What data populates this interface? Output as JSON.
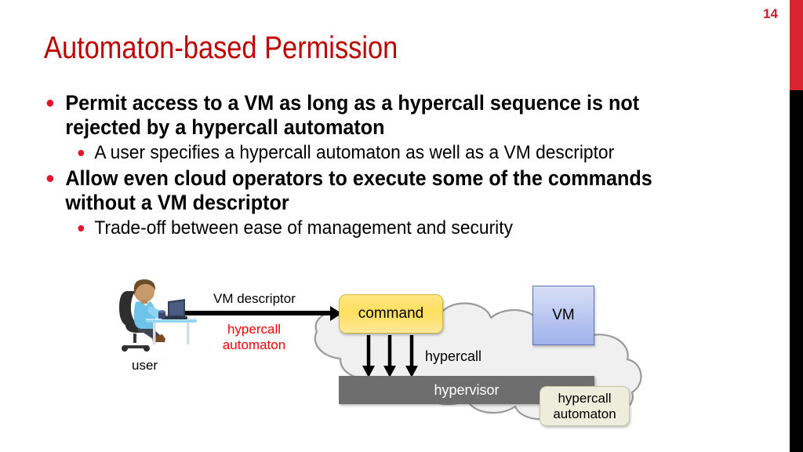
{
  "slide": {
    "page_number": "14",
    "title": "Automaton-based Permission",
    "accent_red": "#C00000",
    "bar_red": "#D9262E",
    "bullet_red": "#E8112D"
  },
  "bullets": [
    {
      "level": 1,
      "text": "Permit access to a VM as long as a hypercall sequence is not rejected by a hypercall automaton"
    },
    {
      "level": 2,
      "text": "A user specifies a hypercall automaton as well as a VM descriptor"
    },
    {
      "level": 1,
      "text": "Allow even cloud operators to execute some of the commands without a VM descriptor"
    },
    {
      "level": 2,
      "text": "Trade-off between ease of management and security"
    }
  ],
  "diagram": {
    "user_label": "user",
    "arrow_top_label": "VM descriptor",
    "arrow_bottom_label_line1": "hypercall",
    "arrow_bottom_label_line2": "automaton",
    "arrow_bottom_label_color": "#FF0000",
    "command_box": "command",
    "vm_box": "VM",
    "hypervisor_bar": "hypervisor",
    "hypercall_label": "hypercall",
    "automaton_callout_line1": "hypercall",
    "automaton_callout_line2": "automaton",
    "colors": {
      "command_fill": "#FFDF5C",
      "vm_fill": "#B9C6F0",
      "hypervisor_fill": "#6E6E6E",
      "callout_fill": "#EDEDDC",
      "cloud_fill": "#F0F0F0",
      "cloud_stroke": "#9A9A9A"
    }
  }
}
